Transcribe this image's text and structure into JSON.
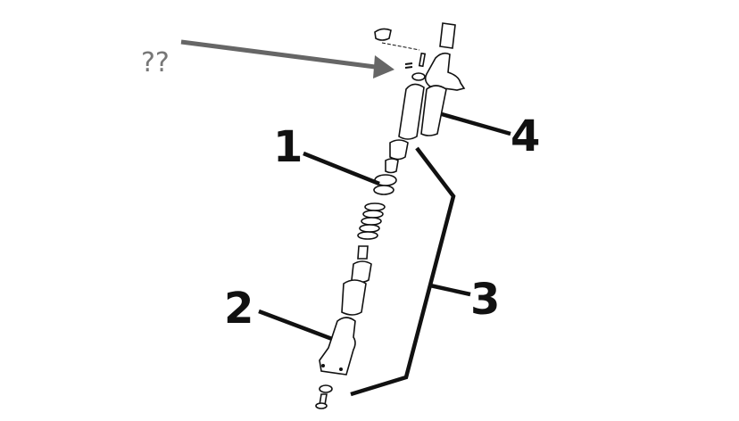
{
  "annotation": {
    "text": "??",
    "color": "#666666"
  },
  "callouts": [
    {
      "label": "1"
    },
    {
      "label": "2"
    },
    {
      "label": "3"
    },
    {
      "label": "4"
    }
  ]
}
